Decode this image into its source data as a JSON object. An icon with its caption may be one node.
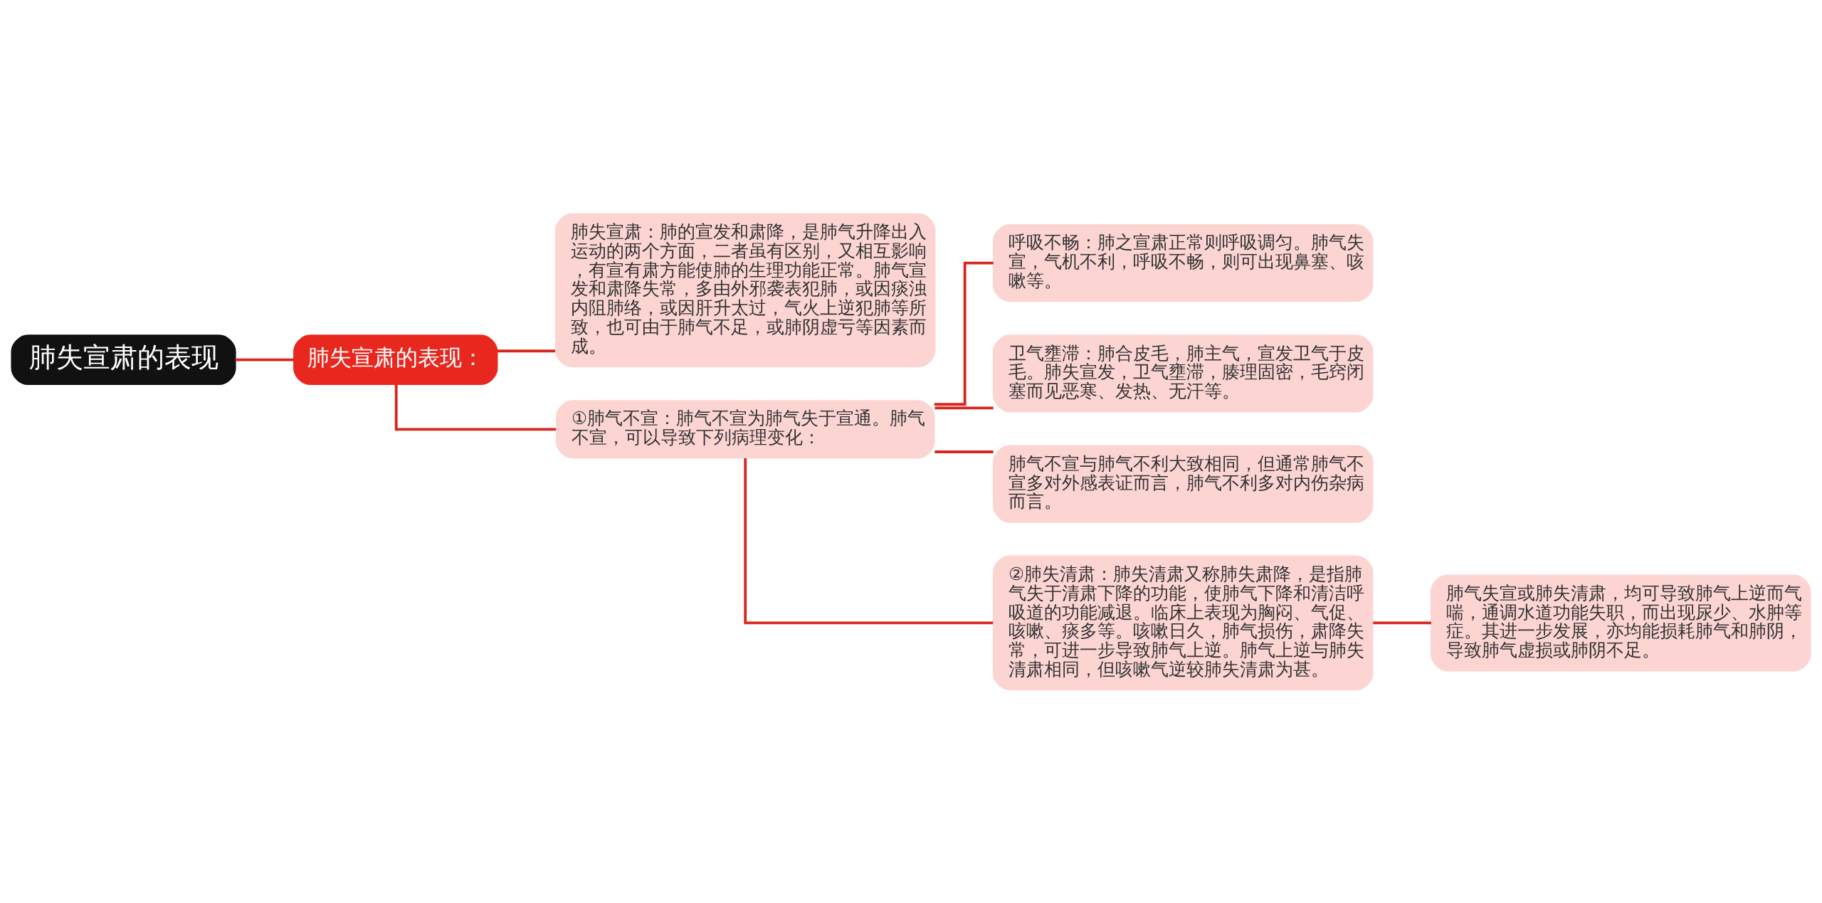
{
  "diagram": {
    "nodes": [
      {
        "text": [
          "肺失宣肃的表现"
        ]
      },
      {
        "text": [
          "肺失宣肃的表现："
        ]
      },
      {
        "text": [
          "肺失宣肃：肺的宣发和肃降，是肺气升降出入运动的两个方面，二者虽有区别，又相互影响，有宣有肃方能使肺的生理功能正常。肺气宣发和肃降失常，多由外邪袭表犯肺，或因痰浊内阻肺络，或因肝升太过，气火上逆犯肺等所致，也可由于肺气不足，或肺阴虚亏等因素而成。"
        ]
      },
      {
        "text": [
          "①肺气不宣：肺气不宣为肺气失于宣通。肺气不宣，可以导致下列病理变化："
        ]
      },
      {
        "text": [
          "呼吸不畅：肺之宣肃正常则呼吸调匀。肺气失宣，气机不利，呼吸不畅，则可出现鼻塞、咳嗽等。"
        ]
      },
      {
        "text": [
          "卫气壅滞：肺合皮毛，肺主气，宣发卫气于皮毛。肺失宣发，卫气壅滞，腠理固密，毛窍闭塞而见恶寒、发热、无汗等。"
        ]
      },
      {
        "text": [
          "肺气不宣与肺气不利大致相同，但通常肺气不宣多对外感表证而言，肺气不利多对内伤杂病而言。"
        ]
      },
      {
        "text": [
          "②肺失清肃：肺失清肃又称肺失肃降，是指肺气失于清肃下降的功能，使肺气下降和清洁呼吸道的功能减退。临床上表现为胸闷、气促、咳嗽、痰多等。咳嗽日久，肺气损伤，肃降失常，可进一步导致肺气上逆。肺气上逆与肺失清肃相同，但咳嗽气逆较肺失清肃为甚。"
        ]
      },
      {
        "text": [
          "肺气失宣或肺失清肃，均可导致肺气上逆而气喘，通调水道功能失职，而出现尿少、水肿等症。其进一步发展，亦均能损耗肺气和肺阴，导致肺气虚损或肺阴不足。"
        ]
      }
    ],
    "edges": [
      {
        "from": 0,
        "to": 1,
        "arrow": "none"
      },
      {
        "from": 1,
        "to": 2,
        "arrow": "none"
      },
      {
        "from": 1,
        "to": 3,
        "arrow": "none"
      },
      {
        "from": 3,
        "to": 4,
        "arrow": "none"
      },
      {
        "from": 3,
        "to": 5,
        "arrow": "none"
      },
      {
        "from": 3,
        "to": 6,
        "arrow": "none"
      },
      {
        "from": 3,
        "to": 7,
        "arrow": "none"
      },
      {
        "from": 7,
        "to": 8,
        "arrow": "none"
      }
    ]
  }
}
